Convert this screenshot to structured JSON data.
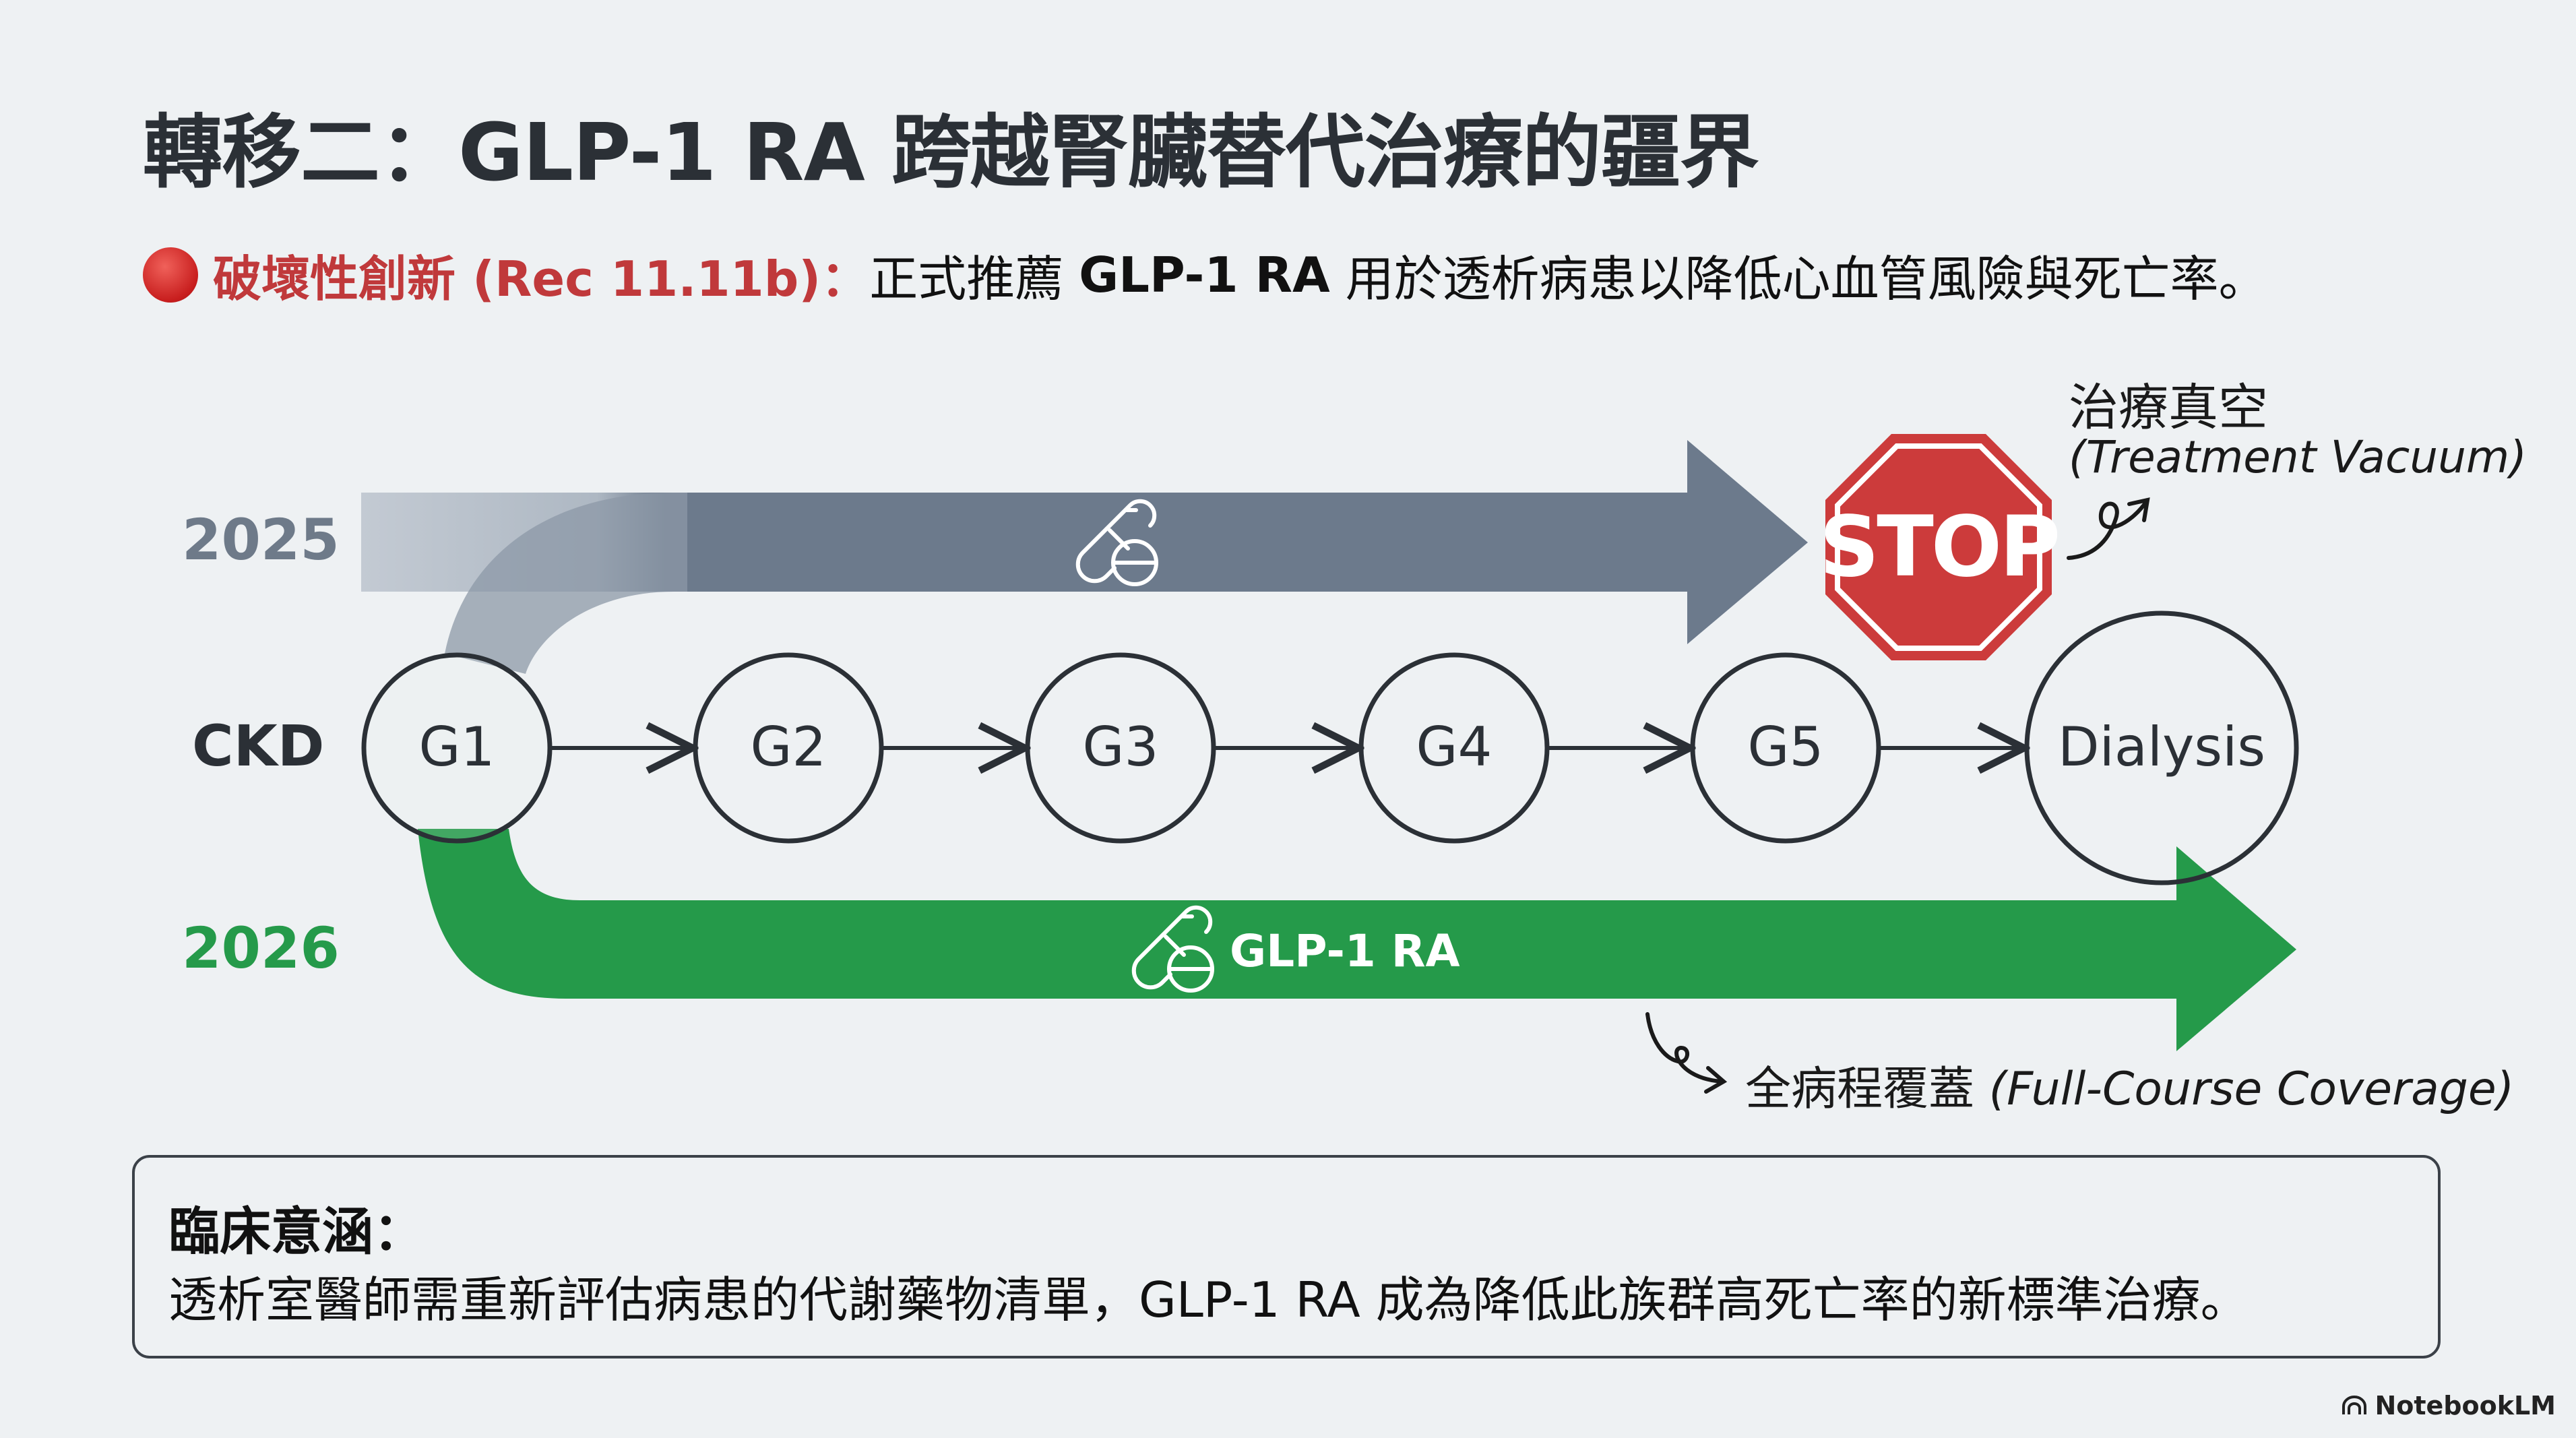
{
  "title": "轉移二：GLP-1 RA 跨越腎臟替代治療的疆界",
  "subtitle": {
    "highlight": "破壞性創新 (Rec 11.11b)：",
    "prefix": "正式推薦 ",
    "bold": "GLP-1 RA",
    "suffix": " 用於透析病患以降低心血管風險與死亡率。"
  },
  "rows": {
    "year_2025": "2025",
    "ckd": "CKD",
    "year_2026": "2026"
  },
  "stages": [
    "G1",
    "G2",
    "G3",
    "G4",
    "G5",
    "Dialysis"
  ],
  "arrow_2025": {
    "icon": "pill-icon",
    "label": "",
    "color": "#6c7a8c"
  },
  "arrow_2026": {
    "icon": "pill-icon",
    "label": "GLP-1 RA",
    "color": "#259a4a"
  },
  "stop_sign": {
    "text": "STOP",
    "color": "#cc3b3b"
  },
  "annotations": {
    "vacuum_zh": "治療真空",
    "vacuum_en": "(Treatment Vacuum)",
    "coverage_zh": "全病程覆蓋",
    "coverage_en": " (Full-Course Coverage)"
  },
  "implication": {
    "title": "臨床意涵：",
    "body": "透析室醫師需重新評估病患的代謝藥物清單，GLP-1 RA 成為降低此族群高死亡率的新標準治療。"
  },
  "brand": "NotebookLM"
}
